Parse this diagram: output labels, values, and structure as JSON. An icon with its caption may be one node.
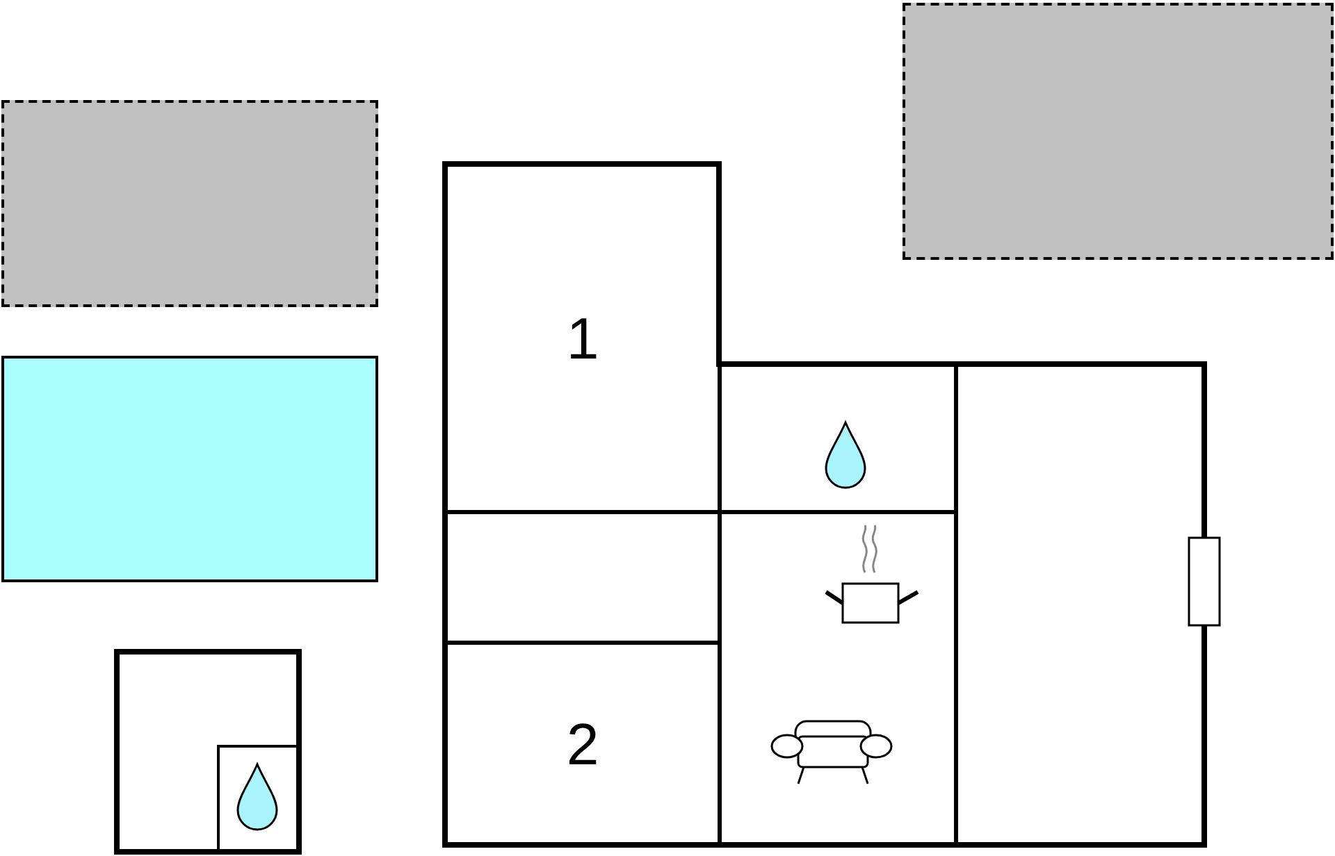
{
  "diagram": {
    "nodes": [
      {
        "text": [],
        "shape": "box"
      },
      {
        "text": [],
        "shape": "box"
      },
      {
        "text": [
          "1"
        ]
      },
      {
        "text": [],
        "shape": "box"
      },
      {
        "text": [],
        "shape": "box"
      },
      {
        "text": [],
        "shape": "box"
      },
      {
        "text": [],
        "shape": "box"
      },
      {
        "text": [],
        "shape": "box"
      },
      {
        "text": [
          "2"
        ]
      },
      {
        "text": [],
        "shape": "box"
      },
      {
        "text": [],
        "shape": "box",
        "in": 9
      }
    ]
  }
}
